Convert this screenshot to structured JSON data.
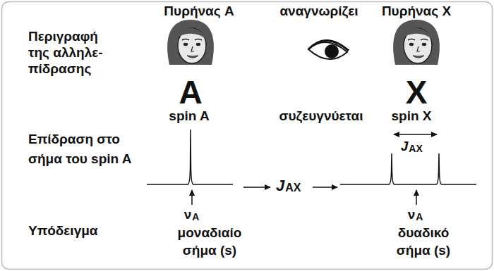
{
  "diagram": {
    "labels": [
      "Πυρήνας A",
      "αναγνωρίζει",
      "Πυρήνας X",
      "Περιγραφή της αλληλε- πίδρασης",
      "A",
      "X",
      "spin A",
      "συζευγνύεται",
      "spin X",
      "Επίδραση στο σήμα του spin A",
      "J",
      "AX",
      "J",
      "AX",
      "ν",
      "A",
      "μοναδιαίο σήμα (s)",
      "ν",
      "A",
      "δυαδικό σήμα (s)",
      "Υπόδειγμα"
    ]
  }
}
